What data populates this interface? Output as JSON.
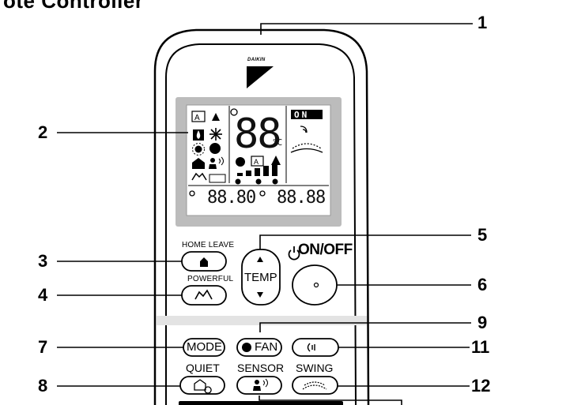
{
  "heading": "ote Controller",
  "brand": "DAIKIN",
  "display": {
    "temp_digits": "88",
    "unit": "°C",
    "on_label": "ON",
    "timer_left": "88.80",
    "timer_right": "88.88"
  },
  "buttons": {
    "home_leave_label": "HOME LEAVE",
    "powerful_label": "POWERFUL",
    "temp_label": "TEMP",
    "onoff_label": "ON/OFF",
    "mode_label": "MODE",
    "fan_label": "FAN",
    "quiet_label": "QUIET",
    "sensor_label": "SENSOR",
    "swing_label": "SWING"
  },
  "callouts": [
    "1",
    "2",
    "3",
    "4",
    "5",
    "6",
    "7",
    "8",
    "9",
    "11",
    "12"
  ]
}
